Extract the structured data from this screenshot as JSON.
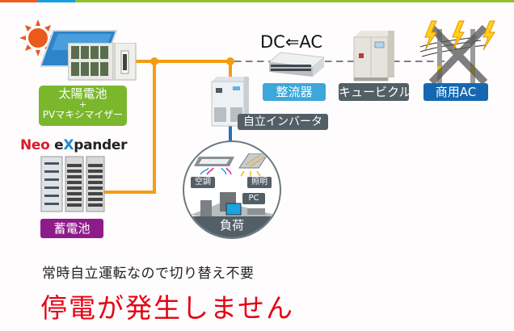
{
  "colors": {
    "bar_orange": "#f15a1f",
    "bar_blue": "#16a0e0",
    "bar_green": "#8cc32c",
    "power_line": "#f39c11",
    "inverter_line": "#1b75c0",
    "solar_label_bg": "#7ab72d",
    "rectifier_label_bg": "#3da7d9",
    "dark_label_bg": "#525f66",
    "commercial_label_bg": "#1568b0",
    "battery_label_bg": "#8e1b8a",
    "headline": "#e60012"
  },
  "components": {
    "solar": {
      "label_line1": "太陽電池",
      "label_line2": "+",
      "label_line3": "PVマキシマイザー"
    },
    "rectifier": {
      "label": "整流器",
      "conversion": "DC⇐AC"
    },
    "cubicle": {
      "label": "キュービクル"
    },
    "commercial_ac": {
      "label": "商用AC"
    },
    "inverter": {
      "label": "自立インバータ"
    },
    "battery": {
      "brand": "Neo eXpander",
      "brand_neo": "Neo ",
      "brand_e": "e",
      "brand_x": "X",
      "brand_rest": "pander",
      "label": "蓄電池"
    },
    "load": {
      "label": "負荷",
      "items": [
        "空調",
        "照明",
        "PC"
      ]
    }
  },
  "caption": "常時自立運転なので切り替え不要",
  "headline": "停電が発生しません"
}
